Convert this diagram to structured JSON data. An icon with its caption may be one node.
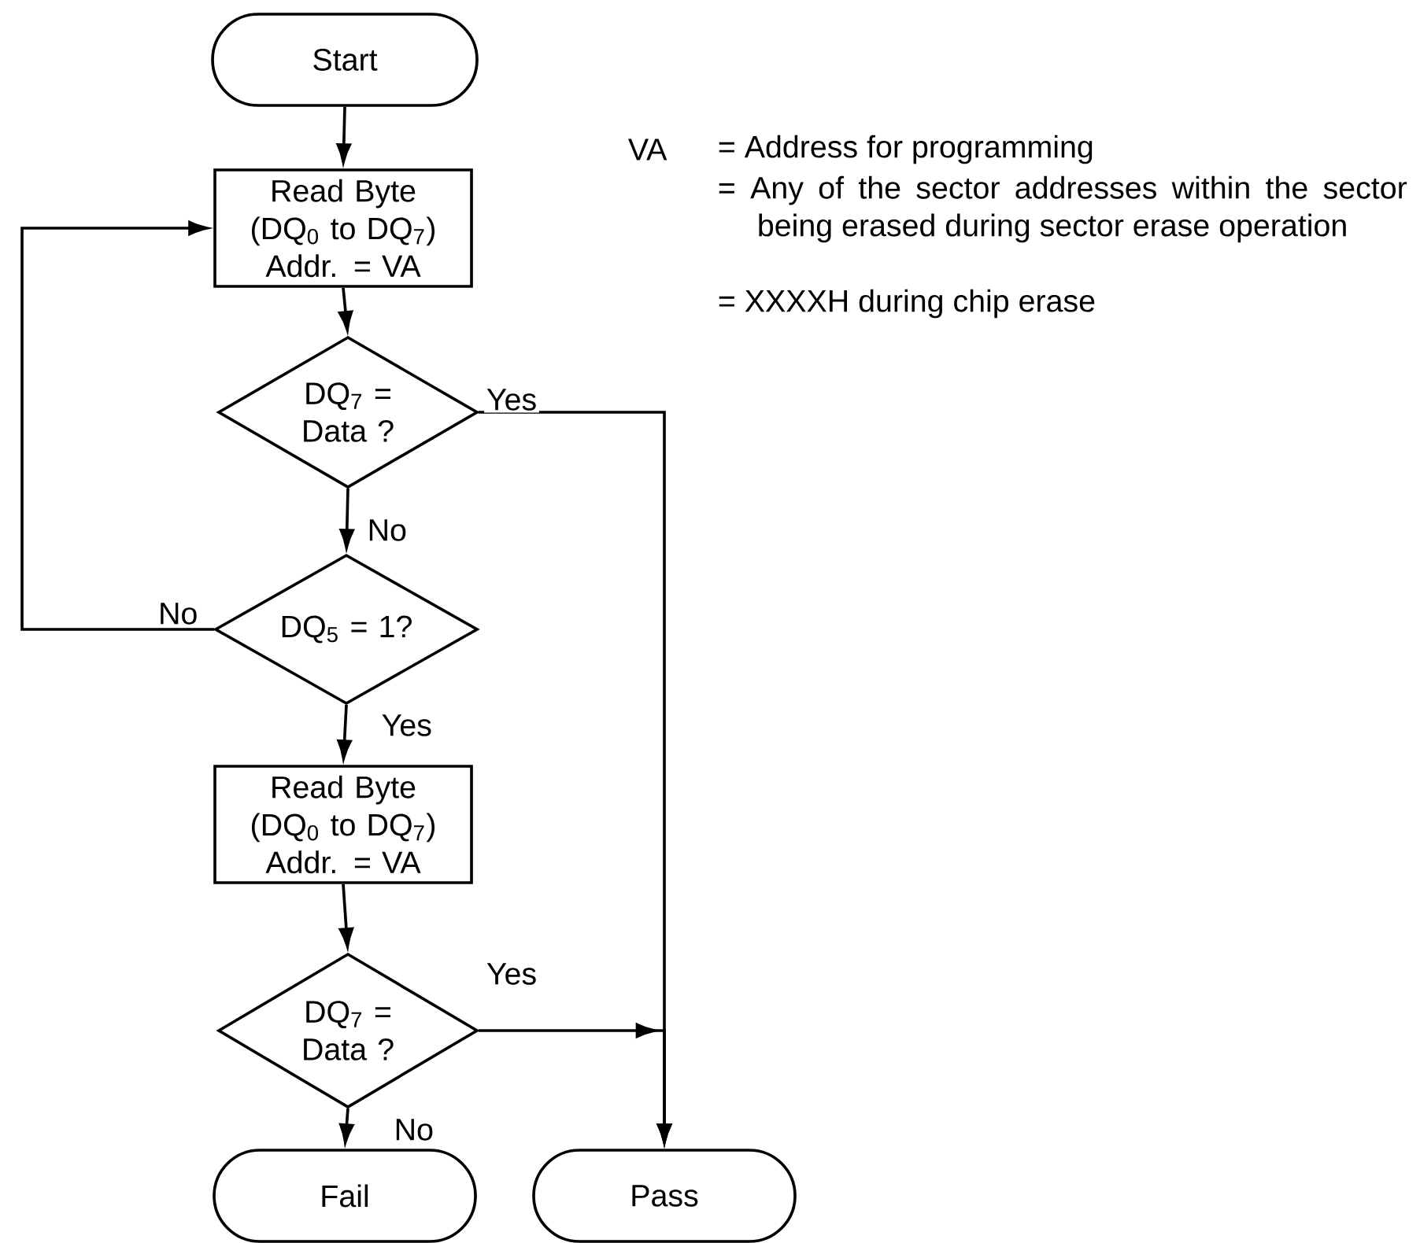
{
  "diagram": {
    "nodes": [
      {
        "text": [
          "Start"
        ]
      },
      {
        "text": [
          "Read Byte (DQ$_{0}$ to DQ$_{7}$) Addr. = VA"
        ]
      },
      {
        "text": [
          "DQ$_{7}$ = Data ?"
        ]
      },
      {
        "text": [
          "DQ$_{5}$ = 1?"
        ]
      },
      {
        "text": [
          "Read Byte (DQ$_{0}$ to DQ$_{7}$) Addr. = VA"
        ]
      },
      {
        "text": [
          "DQ$_{7}$ = Data ?"
        ]
      },
      {
        "text": [
          "Fail"
        ]
      },
      {
        "text": [
          "Pass"
        ]
      }
    ],
    "edges": [
      {
        "from": 0,
        "to": 1,
        "arrow": "to"
      },
      {
        "from": 1,
        "to": 2,
        "arrow": "to"
      },
      {
        "from": 2,
        "to": 3,
        "arrow": "to",
        "label": "No"
      },
      {
        "from": 3,
        "to": 1,
        "arrow": "to",
        "label": "No"
      },
      {
        "from": 2,
        "to": 7,
        "arrow": "to",
        "label": "Yes"
      },
      {
        "from": 3,
        "to": 4,
        "arrow": "to",
        "label": "Yes"
      },
      {
        "from": 4,
        "to": 5,
        "arrow": "to"
      },
      {
        "from": 5,
        "to": 6,
        "arrow": "to",
        "label": "No"
      },
      {
        "from": 5,
        "to": 7,
        "arrow": "to",
        "label": "Yes"
      }
    ],
    "labels": [
      "VA",
      "= Address for programming",
      "= Any of the sector addresses within the sector being erased during sector erase operation",
      "= XXXXH during chip erase"
    ]
  }
}
